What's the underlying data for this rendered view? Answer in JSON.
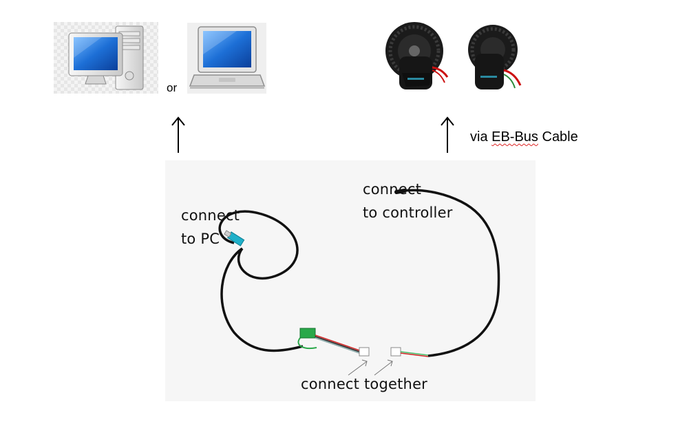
{
  "top": {
    "or_text": "or",
    "via_text_prefix": "via ",
    "via_text_squiggle": "EB-Bus",
    "via_text_suffix": " Cable"
  },
  "icons": {
    "desktop": "desktop-computer-icon",
    "laptop": "laptop-icon",
    "motor": "mid-drive-motor-icon"
  },
  "photo_labels": {
    "pc": [
      "connect",
      "to PC"
    ],
    "controller": [
      "connect",
      "to controller"
    ],
    "together": "connect together"
  },
  "colors": {
    "screen_blue": "#1d6fd6",
    "connector_teal": "#1fb0c9",
    "cable_black": "#111111",
    "pcb_green": "#2aa84a"
  }
}
